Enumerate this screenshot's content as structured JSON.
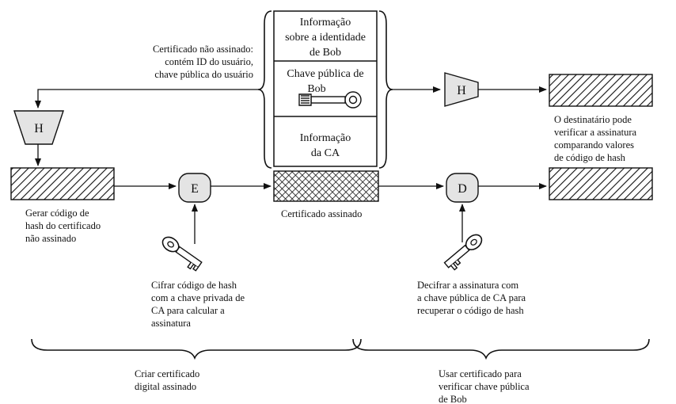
{
  "certificate_box": {
    "identity_lines": [
      "Informação",
      "sobre a identidade",
      "de Bob"
    ],
    "pubkey_lines": [
      "Chave pública de",
      "Bob"
    ],
    "ca_lines": [
      "Informação",
      "da CA"
    ]
  },
  "labels": {
    "unsigned_cert": [
      "Certificado não assinado:",
      "contém ID do usuário,",
      "chave pública do usuário"
    ],
    "gen_hash": [
      "Gerar código de",
      "hash do certificado",
      "não assinado"
    ],
    "signed_cert": "Certificado assinado",
    "encrypt_hash": [
      "Cifrar código de hash",
      "com a chave privada de",
      "CA para calcular a",
      "assinatura"
    ],
    "decrypt_sig": [
      "Decifrar a assinatura com",
      "a chave pública de CA para",
      "recuperar o código de hash"
    ],
    "verify": [
      "O destinatário pode",
      "verificar a assinatura",
      "comparando valores",
      "de código de hash"
    ],
    "create_section": [
      "Criar certificado",
      "digital assinado"
    ],
    "use_section": [
      "Usar certificado para",
      "verificar chave pública",
      "de Bob"
    ]
  },
  "nodes": {
    "hash_left": "H",
    "hash_right": "H",
    "encrypt": "E",
    "decrypt": "D"
  }
}
